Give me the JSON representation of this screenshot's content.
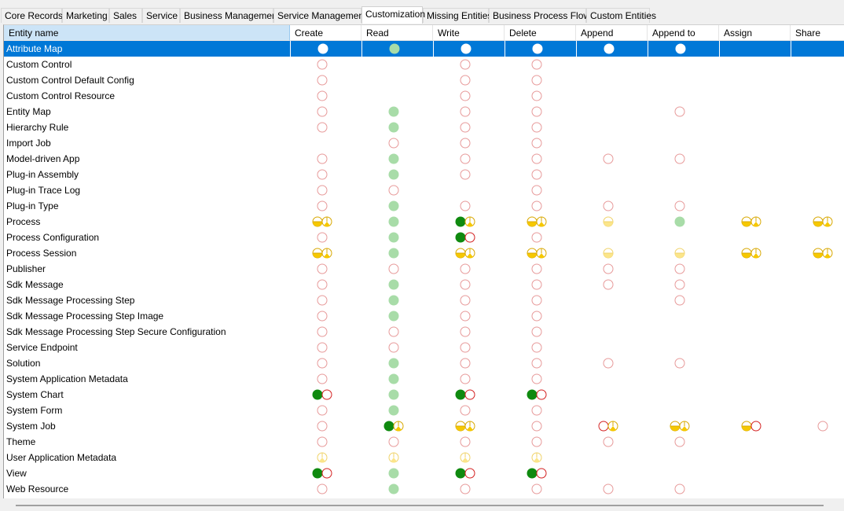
{
  "tabs": [
    "Core Records",
    "Marketing",
    "Sales",
    "Service",
    "Business Management",
    "Service Management",
    "Customization",
    "Missing Entities",
    "Business Process Flows",
    "Custom Entities"
  ],
  "active_tab": "Customization",
  "columns": [
    "Entity name",
    "Create",
    "Read",
    "Write",
    "Delete",
    "Append",
    "Append to",
    "Assign",
    "Share"
  ],
  "selected_row": "Attribute Map",
  "icon_legend": {
    "E": "empty-red-circle",
    "G": "green-filled-circle",
    "D": "dark-green-circle-red-ring",
    "Y": "yellow-half-pair",
    "y": "pale-yellow-half-circle",
    "P": "yellow-pie-small",
    "DY": "dark-green-yellow-pair",
    "RY": "red-ring-yellow-pair",
    "YR": "yellow-red-ring-pair"
  },
  "colors": {
    "selection": "#0078d7",
    "green": "#a8dca8",
    "dark_green": "#0f8a0f",
    "red_ring": "#e79a9a",
    "yellow": "#f6c800"
  },
  "rows": [
    {
      "name": "Attribute Map",
      "perms": [
        "E",
        "G",
        "E",
        "E",
        "E",
        "E",
        "",
        ""
      ]
    },
    {
      "name": "Custom Control",
      "perms": [
        "E",
        "",
        "E",
        "E",
        "",
        "",
        "",
        ""
      ]
    },
    {
      "name": "Custom Control Default Config",
      "perms": [
        "E",
        "",
        "E",
        "E",
        "",
        "",
        "",
        ""
      ]
    },
    {
      "name": "Custom Control Resource",
      "perms": [
        "E",
        "",
        "E",
        "E",
        "",
        "",
        "",
        ""
      ]
    },
    {
      "name": "Entity Map",
      "perms": [
        "E",
        "G",
        "E",
        "E",
        "",
        "E",
        "",
        ""
      ]
    },
    {
      "name": "Hierarchy Rule",
      "perms": [
        "E",
        "G",
        "E",
        "E",
        "",
        "",
        "",
        ""
      ]
    },
    {
      "name": "Import Job",
      "perms": [
        "",
        "E",
        "E",
        "E",
        "",
        "",
        "",
        ""
      ]
    },
    {
      "name": "Model-driven App",
      "perms": [
        "E",
        "G",
        "E",
        "E",
        "E",
        "E",
        "",
        ""
      ]
    },
    {
      "name": "Plug-in Assembly",
      "perms": [
        "E",
        "G",
        "E",
        "E",
        "",
        "",
        "",
        ""
      ]
    },
    {
      "name": "Plug-in Trace Log",
      "perms": [
        "E",
        "E",
        "",
        "E",
        "",
        "",
        "",
        ""
      ]
    },
    {
      "name": "Plug-in Type",
      "perms": [
        "E",
        "G",
        "E",
        "E",
        "E",
        "E",
        "",
        ""
      ]
    },
    {
      "name": "Process",
      "perms": [
        "Y",
        "G",
        "DY",
        "Y",
        "y",
        "G",
        "Y",
        "Y"
      ]
    },
    {
      "name": "Process Configuration",
      "perms": [
        "E",
        "G",
        "D",
        "E",
        "",
        "",
        "",
        ""
      ]
    },
    {
      "name": "Process Session",
      "perms": [
        "Y",
        "G",
        "Y",
        "Y",
        "y",
        "y",
        "Y",
        "Y"
      ]
    },
    {
      "name": "Publisher",
      "perms": [
        "E",
        "E",
        "E",
        "E",
        "E",
        "E",
        "",
        ""
      ]
    },
    {
      "name": "Sdk Message",
      "perms": [
        "E",
        "G",
        "E",
        "E",
        "E",
        "E",
        "",
        ""
      ]
    },
    {
      "name": "Sdk Message Processing Step",
      "perms": [
        "E",
        "G",
        "E",
        "E",
        "",
        "E",
        "",
        ""
      ]
    },
    {
      "name": "Sdk Message Processing Step Image",
      "perms": [
        "E",
        "G",
        "E",
        "E",
        "",
        "",
        "",
        ""
      ]
    },
    {
      "name": "Sdk Message Processing Step Secure Configuration",
      "perms": [
        "E",
        "E",
        "E",
        "E",
        "",
        "",
        "",
        ""
      ]
    },
    {
      "name": "Service Endpoint",
      "perms": [
        "E",
        "E",
        "E",
        "E",
        "",
        "",
        "",
        ""
      ]
    },
    {
      "name": "Solution",
      "perms": [
        "E",
        "G",
        "E",
        "E",
        "E",
        "E",
        "",
        ""
      ]
    },
    {
      "name": "System Application Metadata",
      "perms": [
        "E",
        "G",
        "E",
        "E",
        "",
        "",
        "",
        ""
      ]
    },
    {
      "name": "System Chart",
      "perms": [
        "D",
        "G",
        "D",
        "D",
        "",
        "",
        "",
        ""
      ]
    },
    {
      "name": "System Form",
      "perms": [
        "E",
        "G",
        "E",
        "E",
        "",
        "",
        "",
        ""
      ]
    },
    {
      "name": "System Job",
      "perms": [
        "E",
        "DY",
        "Y",
        "E",
        "RY",
        "Y",
        "YR",
        "E"
      ]
    },
    {
      "name": "Theme",
      "perms": [
        "E",
        "E",
        "E",
        "E",
        "E",
        "E",
        "",
        ""
      ]
    },
    {
      "name": "User Application Metadata",
      "perms": [
        "P",
        "P",
        "P",
        "P",
        "",
        "",
        "",
        ""
      ]
    },
    {
      "name": "View",
      "perms": [
        "D",
        "G",
        "D",
        "D",
        "",
        "",
        "",
        ""
      ]
    },
    {
      "name": "Web Resource",
      "perms": [
        "E",
        "G",
        "E",
        "E",
        "E",
        "E",
        "",
        ""
      ]
    }
  ]
}
